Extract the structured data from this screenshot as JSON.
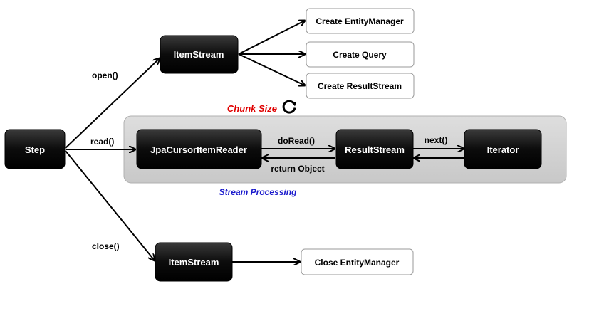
{
  "nodes": {
    "step": "Step",
    "itemstream_open": "ItemStream",
    "create_entity_manager": "Create EntityManager",
    "create_query": "Create Query",
    "create_result_stream": "Create ResultStream",
    "jpa_reader": "JpaCursorItemReader",
    "result_stream": "ResultStream",
    "iterator": "Iterator",
    "itemstream_close": "ItemStream",
    "close_entity_manager": "Close EntityManager"
  },
  "edges": {
    "open": "open()",
    "read": "read()",
    "close": "close()",
    "do_read": "doRead()",
    "return_object": "return Object",
    "next": "next()"
  },
  "annotations": {
    "chunk_size": "Chunk Size",
    "stream_processing": "Stream Processing"
  },
  "icons": {
    "loop": "refresh-icon"
  },
  "colors": {
    "node_dark": "#000000",
    "chunk_label": "#e00000",
    "stream_label": "#1a1acc",
    "group_fill": "#d4d4d4"
  }
}
